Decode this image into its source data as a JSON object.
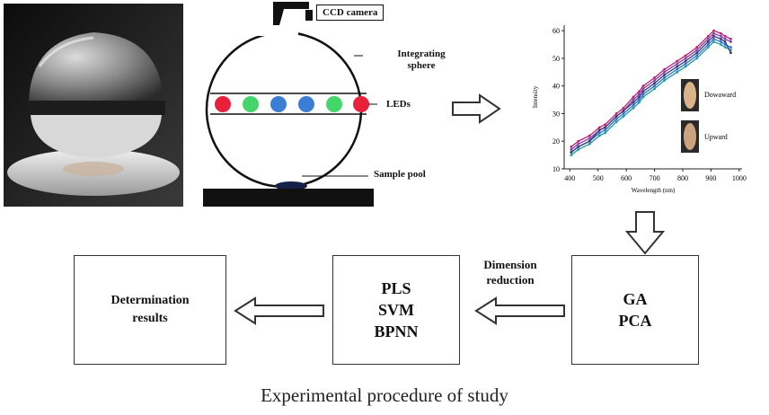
{
  "labels": {
    "ccd": "CCD camera",
    "sphere": "Integrating sphere",
    "leds": "LEDs",
    "sample": "Sample pool"
  },
  "chart_data": {
    "type": "line",
    "xlabel": "Wavelength (nm)",
    "ylabel": "Intensity",
    "xlim": [
      380,
      1010
    ],
    "ylim": [
      10,
      62
    ],
    "xticks": [
      400,
      500,
      600,
      700,
      800,
      900,
      1000
    ],
    "yticks": [
      10,
      20,
      30,
      40,
      50,
      60
    ],
    "x": [
      405,
      430,
      470,
      505,
      525,
      565,
      590,
      625,
      645,
      660,
      700,
      735,
      780,
      810,
      850,
      890,
      910,
      935,
      950,
      970
    ],
    "series": [
      {
        "values": [
          16,
          18,
          20,
          23,
          24,
          28,
          30,
          33,
          35,
          37,
          40,
          43,
          46,
          48,
          51,
          55,
          57,
          56,
          55,
          54
        ]
      },
      {
        "values": [
          17,
          19,
          21,
          24,
          25,
          29,
          31,
          35,
          37,
          39,
          42,
          45,
          48,
          50,
          53,
          57,
          59,
          58,
          57,
          56
        ]
      },
      {
        "values": [
          15,
          17,
          19,
          22,
          23,
          27,
          29,
          32,
          34,
          36,
          39,
          42,
          45,
          47,
          50,
          54,
          56,
          55,
          54,
          53
        ]
      },
      {
        "values": [
          18,
          20,
          22,
          25,
          26,
          30,
          32,
          36,
          38,
          40,
          43,
          46,
          49,
          51,
          54,
          58,
          60,
          59,
          58,
          57
        ]
      },
      {
        "values": [
          16,
          18,
          20,
          24,
          25,
          29,
          31,
          34,
          36,
          38,
          41,
          44,
          47,
          49,
          52,
          56,
          58,
          57,
          56,
          52
        ]
      }
    ],
    "legend": [
      {
        "name": "Dowaward"
      },
      {
        "name": "Upward"
      }
    ]
  },
  "boxes": {
    "ga_pca": [
      "GA",
      "PCA"
    ],
    "models": [
      "PLS",
      "SVM",
      "BPNN"
    ],
    "results": [
      "Determination",
      "results"
    ]
  },
  "dimension_reduction": [
    "Dimension",
    "reduction"
  ],
  "caption": "Experimental procedure of study"
}
